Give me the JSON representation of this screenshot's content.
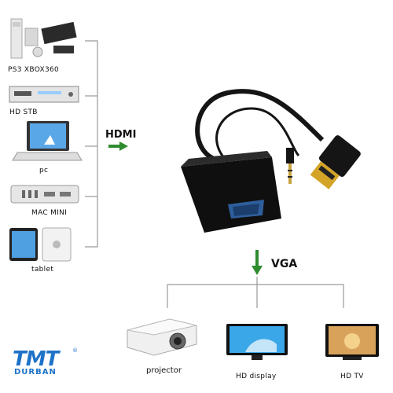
{
  "sources": [
    {
      "label": "PS3  XBOX360",
      "icon": "game-console-icon"
    },
    {
      "label": "HD STB",
      "icon": "set-top-box-icon"
    },
    {
      "label": "pc",
      "icon": "laptop-icon"
    },
    {
      "label": "MAC MINI",
      "icon": "mac-mini-icon"
    },
    {
      "label": "tablet",
      "icon": "tablet-icon"
    }
  ],
  "connections": {
    "input_label": "HDMI",
    "output_label": "VGA",
    "arrow_color": "#2e8b2e"
  },
  "outputs": [
    {
      "label": "projector",
      "icon": "projector-icon"
    },
    {
      "label": "HD display",
      "icon": "monitor-icon"
    },
    {
      "label": "HD TV",
      "icon": "tv-icon"
    }
  ],
  "brand": {
    "name": "TMT",
    "sub": "DURBAN",
    "mark": "®",
    "color": "#1e73c8"
  },
  "product": {
    "icon": "hdmi-to-vga-adapter-icon"
  }
}
